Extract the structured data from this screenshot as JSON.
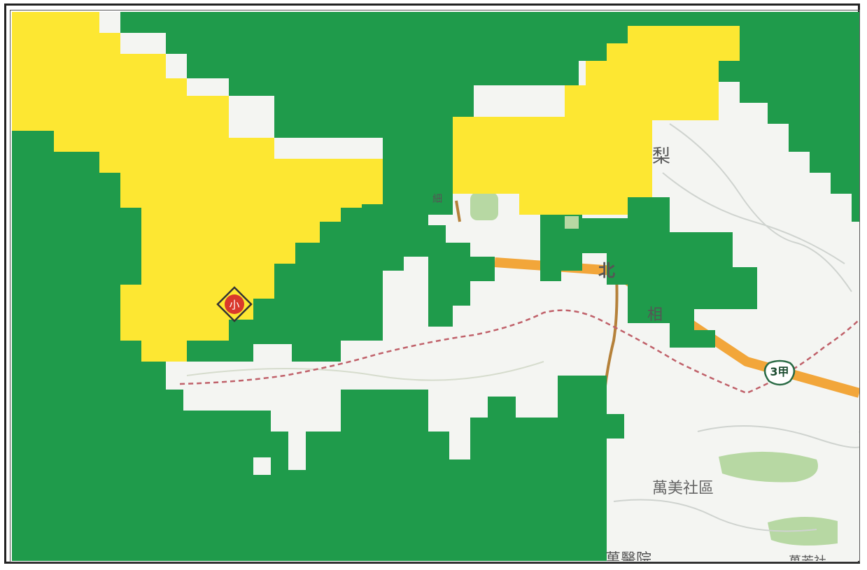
{
  "map": {
    "colors": {
      "forest_green": "#1f9b4b",
      "zone_yellow": "#fde732",
      "base_map": "#f4f5f2",
      "park_green": "#b7d8a3",
      "road_orange": "#f2a63a",
      "road_brown": "#b5813a",
      "boundary_red": "#c0616a"
    },
    "labels": {
      "area_li": "梨",
      "road_bei": "北",
      "road_xiang": "相",
      "route_shield": "3甲",
      "community": "萬美社區",
      "hospital": "萬醫院",
      "corner_text": "萬芳社",
      "small_tag": "細"
    },
    "marker": {
      "glyph": "小",
      "icon": "diamond-pin-icon",
      "color": "#d9382c"
    }
  }
}
